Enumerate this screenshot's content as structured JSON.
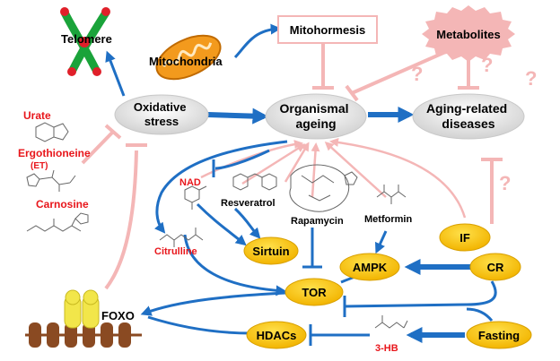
{
  "nodes": {
    "telomere": "Telomere",
    "mitochondria": "Mitochondria",
    "mitohormesis": "Mitohormesis",
    "metabolites": "Metabolites",
    "oxidative_stress": [
      "Oxidative",
      "stress"
    ],
    "organismal_ageing": [
      "Organismal",
      "ageing"
    ],
    "aging_related_diseases": [
      "Aging-related",
      "diseases"
    ],
    "urate": "Urate",
    "ergothioneine": "Ergothioneine",
    "ergothioneine_abbr": "(ET)",
    "carnosine": "Carnosine",
    "nad": "NAD",
    "resveratrol": "Resveratrol",
    "rapamycin": "Rapamycin",
    "metformin": "Metformin",
    "citrulline": "Citrulline",
    "sirtuin": "Sirtuin",
    "if": "IF",
    "ampk": "AMPK",
    "cr": "CR",
    "tor": "TOR",
    "foxo": "FOXO",
    "hdacs": "HDACs",
    "fasting": "Fasting",
    "three_hb": "3-HB"
  },
  "question_marks": [
    "?",
    "?",
    "?",
    "?"
  ],
  "colors": {
    "arrow_blue": "#1f6fc4",
    "pink": "#f4b6b6",
    "red_text": "#e8161b",
    "gold_node": "#f7c000",
    "grey_node": "#dedede",
    "green_chromosome": "#1aa33a",
    "red_chromosome": "#e0202a",
    "mito_orange": "#f39a1d",
    "foxo_yellow": "#f2e64a",
    "dna_brown": "#8a4a22"
  }
}
